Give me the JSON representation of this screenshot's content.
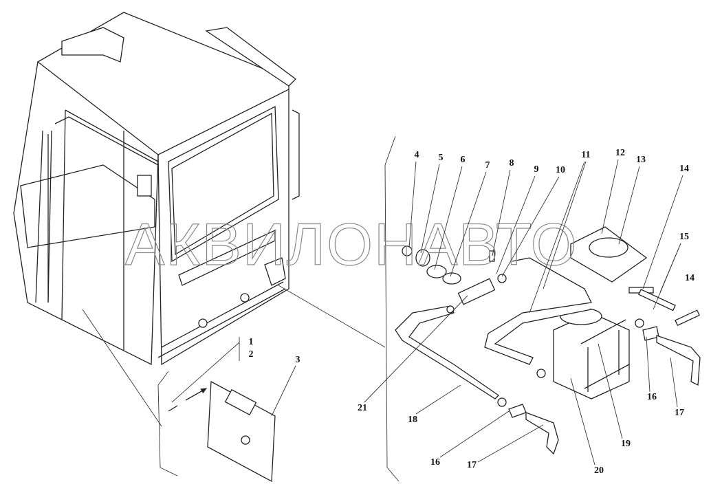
{
  "watermark": "АКВИЛОНАВТО",
  "callouts": [
    "1",
    "2",
    "3",
    "4",
    "5",
    "6",
    "7",
    "8",
    "9",
    "10",
    "11",
    "12",
    "13",
    "14",
    "15",
    "14",
    "16",
    "17",
    "16",
    "17",
    "18",
    "19",
    "20",
    "21"
  ]
}
